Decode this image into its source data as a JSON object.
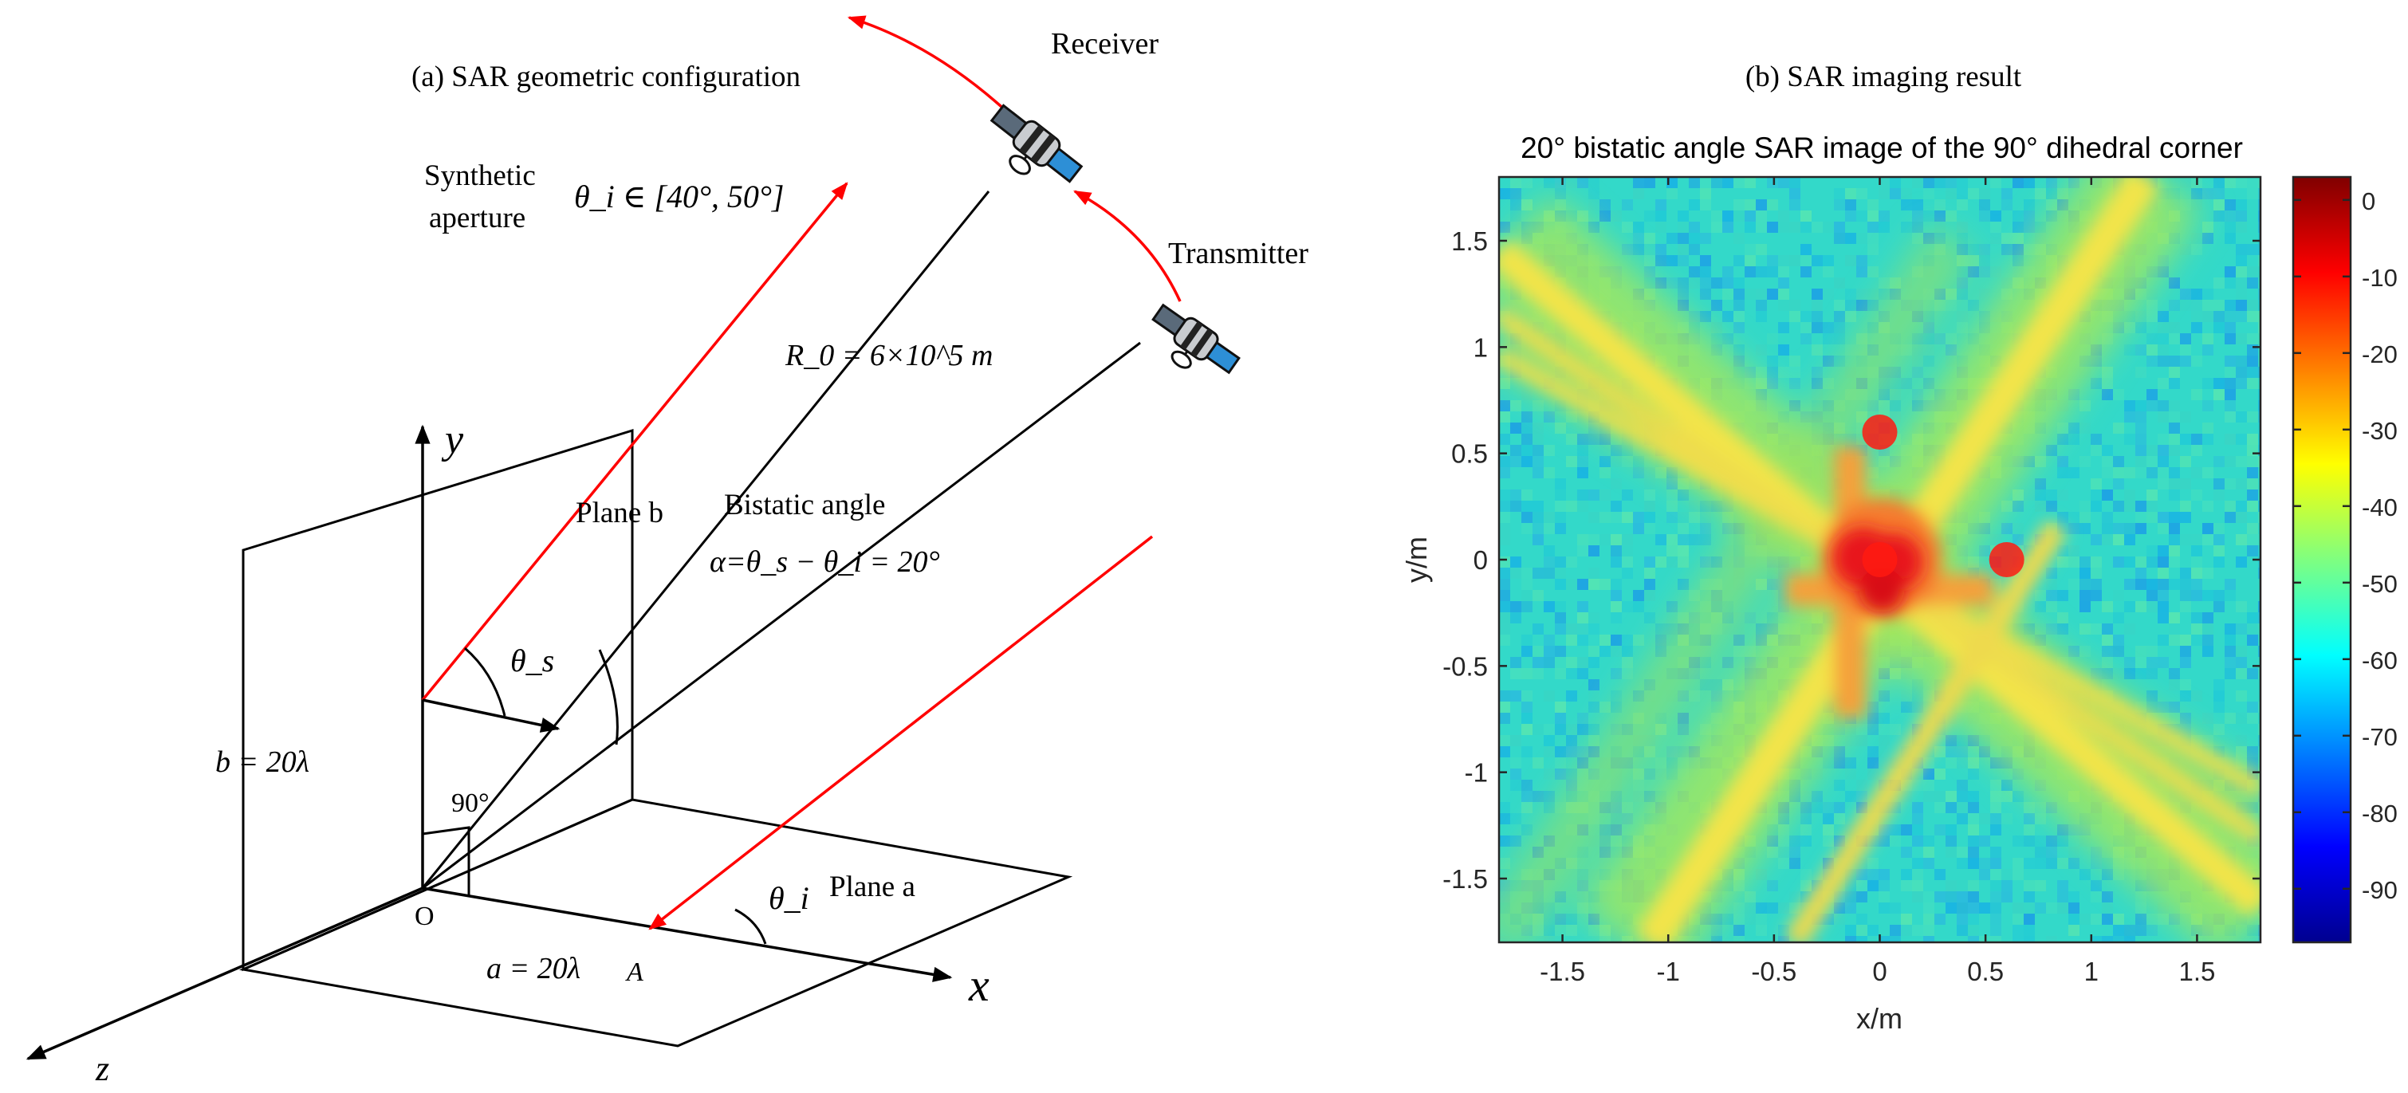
{
  "panel_a": {
    "title": "(a) SAR geometric configuration",
    "receiver_label": "Receiver",
    "transmitter_label": "Transmitter",
    "synthetic_label_1": "Synthetic",
    "synthetic_label_2": "aperture",
    "theta_i_range": "θ_i ∈ [40°, 50°]",
    "range_label": "R_0 = 6×10^5 m",
    "bistatic_label": "Bistatic angle",
    "bistatic_eq": "α=θ_s − θ_i = 20°",
    "plane_b_label": "Plane b",
    "plane_a_label": "Plane a",
    "b_size_label": "b = 20λ",
    "a_size_label": "a = 20λ",
    "right_angle_label": "90°",
    "origin_label": "O",
    "point_a_label": "A",
    "axis_x": "x",
    "axis_y": "y",
    "axis_z": "z",
    "theta_s_label": "θ_s",
    "theta_i_label": "θ_i",
    "colors": {
      "red": "#ff0000",
      "black": "#000000"
    }
  },
  "panel_b": {
    "title": "(b) SAR imaging result",
    "plot_title": "20° bistatic angle SAR image of the 90°  dihedral corner",
    "xlabel": "x/m",
    "ylabel": "y/m"
  },
  "chart_data": {
    "type": "heatmap",
    "title": "20° bistatic angle SAR image of the 90°  dihedral corner",
    "xlabel": "x/m",
    "ylabel": "y/m",
    "xlim": [
      -1.8,
      1.8
    ],
    "ylim": [
      -1.8,
      1.8
    ],
    "xticks": [
      "-1.5",
      "-1",
      "-0.5",
      "0",
      "0.5",
      "1",
      "1.5"
    ],
    "yticks": [
      "1.5",
      "1",
      "0.5",
      "0",
      "-0.5",
      "-1",
      "-1.5"
    ],
    "colorbar": {
      "range": [
        -97,
        3
      ],
      "ticks": [
        "0",
        "-10",
        "-20",
        "-30",
        "-40",
        "-50",
        "-60",
        "-70",
        "-80",
        "-90"
      ],
      "colormap": "jet"
    },
    "bright_points": [
      {
        "x": 0.0,
        "y": 0.6
      },
      {
        "x": 0.6,
        "y": 0.0
      },
      {
        "x": 0.0,
        "y": 0.0
      }
    ]
  }
}
